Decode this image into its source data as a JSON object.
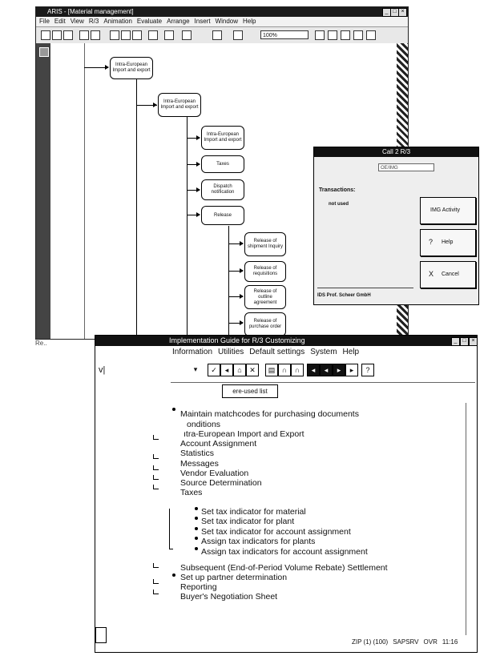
{
  "aris": {
    "title": "ARIS - [Material management]",
    "menu": [
      "File",
      "Edit",
      "View",
      "R/3",
      "Animation",
      "Evaluate",
      "Arrange",
      "Insert",
      "Window",
      "Help"
    ],
    "zoom": "100%",
    "nodes": {
      "n1": "Intra-European Import and export",
      "n2": "Intra-European Import and export",
      "n3": "Intra-European Import and export",
      "n4": "Taxes",
      "n5": "Dispatch notification",
      "n6": "Release",
      "n7": "Release of shipment Inquiry",
      "n8": "Release of requisitions",
      "n9": "Release of outline agreement",
      "n10": "Release of purchase order"
    },
    "status": "Re.."
  },
  "dialog": {
    "title": "Call 2 R/3",
    "field_value": "OE/IMG",
    "transactions_label": "Transactions:",
    "not_used": "not used",
    "btn_activity": "IMG Activity",
    "btn_help": "Help",
    "btn_help_glyph": "?",
    "btn_cancel": "Cancel",
    "btn_cancel_glyph": "X",
    "footer": "IDS Prof. Scheer GmbH"
  },
  "img": {
    "title": "Implementation Guide for R/3 Customizing",
    "menu": [
      "Information",
      "Utilities",
      "Default settings",
      "System",
      "Help"
    ],
    "help_glyph": "?",
    "left_mark": "v|",
    "whereused_label": "ere-used list",
    "tree": {
      "r1": "Maintain matchcodes for purchasing documents",
      "r2": "onditions",
      "r3": "ıtra-European Import and Export",
      "r4": "Account Assignment",
      "r5": "Statistics",
      "r6": "Messages",
      "r7": "Vendor Evaluation",
      "r8": "Source Determination",
      "r9": "Taxes",
      "r10": "Set  tax indicator for material",
      "r11": "Set  tax indicator for plant",
      "r12": "Set  tax indicator for account assignment",
      "r13": "Assign tax indicators for plants",
      "r14": "Assign tax indicators for account assignment",
      "r15": "Subsequent (End-of-Period Volume Rebate) Settlement",
      "r16": "Set up partner determination",
      "r17": "Reporting",
      "r18": "Buyer's Negotiation Sheet"
    },
    "status": [
      "ZIP (1) (100)",
      "SAPSRV",
      "OVR",
      "11:16"
    ]
  }
}
